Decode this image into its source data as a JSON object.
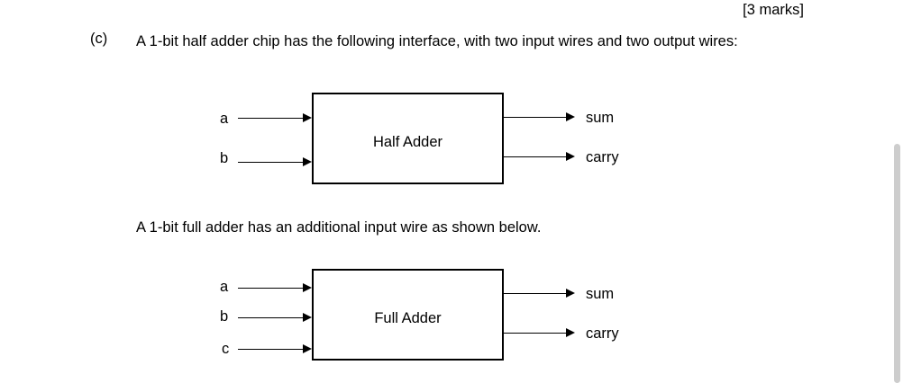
{
  "document": {
    "marks_note": "[3 marks]",
    "question_label": "(c)",
    "question_text": "A 1-bit half adder chip has the following interface, with two input wires and two output wires:",
    "middle_text": "A 1-bit full adder has an additional input wire as shown below."
  },
  "half_adder": {
    "chip_label": "Half Adder",
    "inputs": [
      {
        "label": "a"
      },
      {
        "label": "b"
      }
    ],
    "outputs": [
      {
        "label": "sum"
      },
      {
        "label": "carry"
      }
    ]
  },
  "full_adder": {
    "chip_label": "Full Adder",
    "inputs": [
      {
        "label": "a"
      },
      {
        "label": "b"
      },
      {
        "label": "c"
      }
    ],
    "outputs": [
      {
        "label": "sum"
      },
      {
        "label": "carry"
      }
    ]
  },
  "colors": {
    "ink": "#000000",
    "page": "#ffffff",
    "scrollbar_thumb": "#cdcdcd"
  }
}
